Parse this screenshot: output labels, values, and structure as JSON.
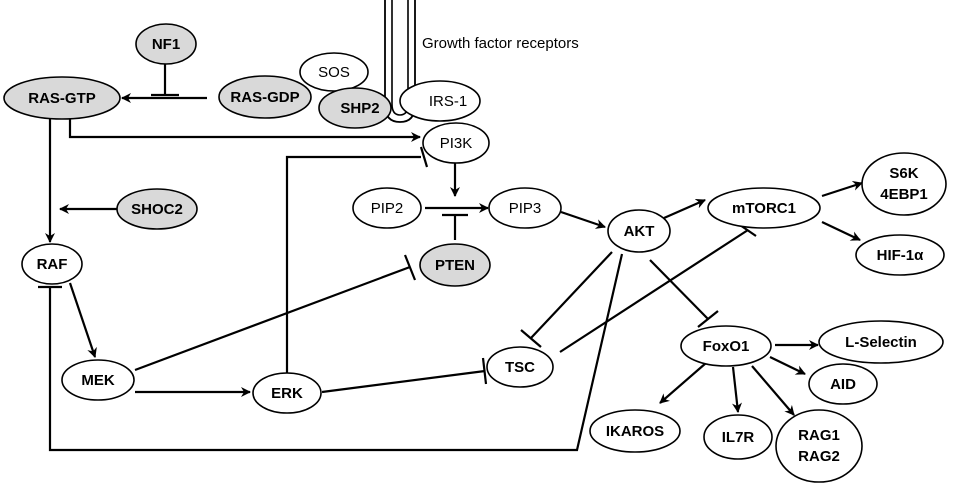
{
  "colors": {
    "shaded": "#d9d9d9",
    "plain": "#ffffff",
    "line": "#000000"
  },
  "receptor_caption": "Growth factor receptors",
  "nodes": {
    "nf1": {
      "label": "NF1",
      "shaded": true
    },
    "sos": {
      "label": "SOS",
      "shaded": false
    },
    "ras_gdp": {
      "label": "RAS-GDP",
      "shaded": true
    },
    "shp2": {
      "label": "SHP2",
      "shaded": true
    },
    "irs1": {
      "label": "IRS-1",
      "shaded": false
    },
    "ras_gtp": {
      "label": "RAS-GTP",
      "shaded": true
    },
    "pi3k": {
      "label": "PI3K",
      "shaded": false
    },
    "pip2": {
      "label": "PIP2",
      "shaded": false
    },
    "pip3": {
      "label": "PIP3",
      "shaded": false
    },
    "shoc2": {
      "label": "SHOC2",
      "shaded": true
    },
    "pten": {
      "label": "PTEN",
      "shaded": true
    },
    "akt": {
      "label": "AKT",
      "shaded": false
    },
    "mtorc1": {
      "label": "mTORC1",
      "shaded": false
    },
    "s6k": {
      "lines": [
        "S6K",
        "4EBP1"
      ],
      "shaded": false
    },
    "hif1a": {
      "label": "HIF-1α",
      "shaded": false
    },
    "raf": {
      "label": "RAF",
      "shaded": false
    },
    "mek": {
      "label": "MEK",
      "shaded": false
    },
    "erk": {
      "label": "ERK",
      "shaded": false
    },
    "tsc": {
      "label": "TSC",
      "shaded": false
    },
    "foxo1": {
      "label": "FoxO1",
      "shaded": false
    },
    "lselectin": {
      "label": "L-Selectin",
      "shaded": false
    },
    "aid": {
      "label": "AID",
      "shaded": false
    },
    "ikaros": {
      "label": "IKAROS",
      "shaded": false
    },
    "il7r": {
      "label": "IL7R",
      "shaded": false
    },
    "rag": {
      "lines": [
        "RAG1",
        "RAG2"
      ],
      "shaded": false
    }
  },
  "edges": [
    {
      "from": "ras_gdp",
      "to": "ras_gtp",
      "type": "activation"
    },
    {
      "from": "nf1",
      "to": "ras_gtp-arrow",
      "type": "inhibition"
    },
    {
      "from": "ras_gtp",
      "to": "pi3k",
      "type": "activation"
    },
    {
      "from": "ras_gtp",
      "to": "raf",
      "type": "activation"
    },
    {
      "from": "shoc2",
      "to": "raf-arrow",
      "type": "activation"
    },
    {
      "from": "raf",
      "to": "mek",
      "type": "activation"
    },
    {
      "from": "mek",
      "to": "erk",
      "type": "activation"
    },
    {
      "from": "mek",
      "to": "pten",
      "type": "inhibition"
    },
    {
      "from": "erk",
      "to": "pi3k",
      "type": "inhibition"
    },
    {
      "from": "erk",
      "to": "tsc",
      "type": "inhibition"
    },
    {
      "from": "pi3k",
      "to": "pip2-pip3",
      "type": "activation"
    },
    {
      "from": "pip2",
      "to": "pip3",
      "type": "activation"
    },
    {
      "from": "pten",
      "to": "pip2-pip3",
      "type": "inhibition"
    },
    {
      "from": "pip3",
      "to": "akt",
      "type": "activation"
    },
    {
      "from": "akt",
      "to": "mtorc1",
      "type": "activation"
    },
    {
      "from": "akt",
      "to": "tsc",
      "type": "inhibition"
    },
    {
      "from": "akt",
      "to": "foxo1",
      "type": "inhibition"
    },
    {
      "from": "akt",
      "to": "raf",
      "type": "inhibition"
    },
    {
      "from": "tsc",
      "to": "mtorc1",
      "type": "inhibition"
    },
    {
      "from": "mtorc1",
      "to": "s6k",
      "type": "activation"
    },
    {
      "from": "mtorc1",
      "to": "hif1a",
      "type": "activation"
    },
    {
      "from": "foxo1",
      "to": "lselectin",
      "type": "activation"
    },
    {
      "from": "foxo1",
      "to": "aid",
      "type": "activation"
    },
    {
      "from": "foxo1",
      "to": "rag",
      "type": "activation"
    },
    {
      "from": "foxo1",
      "to": "il7r",
      "type": "activation"
    },
    {
      "from": "foxo1",
      "to": "ikaros",
      "type": "activation"
    }
  ]
}
